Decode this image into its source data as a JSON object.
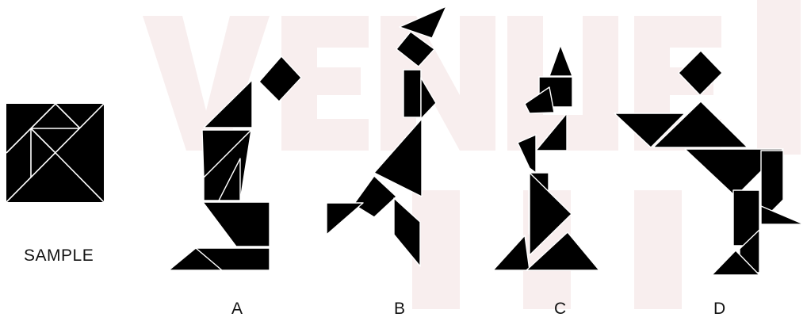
{
  "colors": {
    "piece": "#000000",
    "seam": "#ffffff",
    "watermark": "#f7ecec"
  },
  "sample": {
    "label": "SAMPLE",
    "icon": "tangram-square-icon"
  },
  "options": [
    {
      "label": "A",
      "icon": "tangram-figure-a-icon"
    },
    {
      "label": "B",
      "icon": "tangram-figure-b-icon"
    },
    {
      "label": "C",
      "icon": "tangram-figure-c-icon"
    },
    {
      "label": "D",
      "icon": "tangram-figure-d-icon"
    }
  ]
}
